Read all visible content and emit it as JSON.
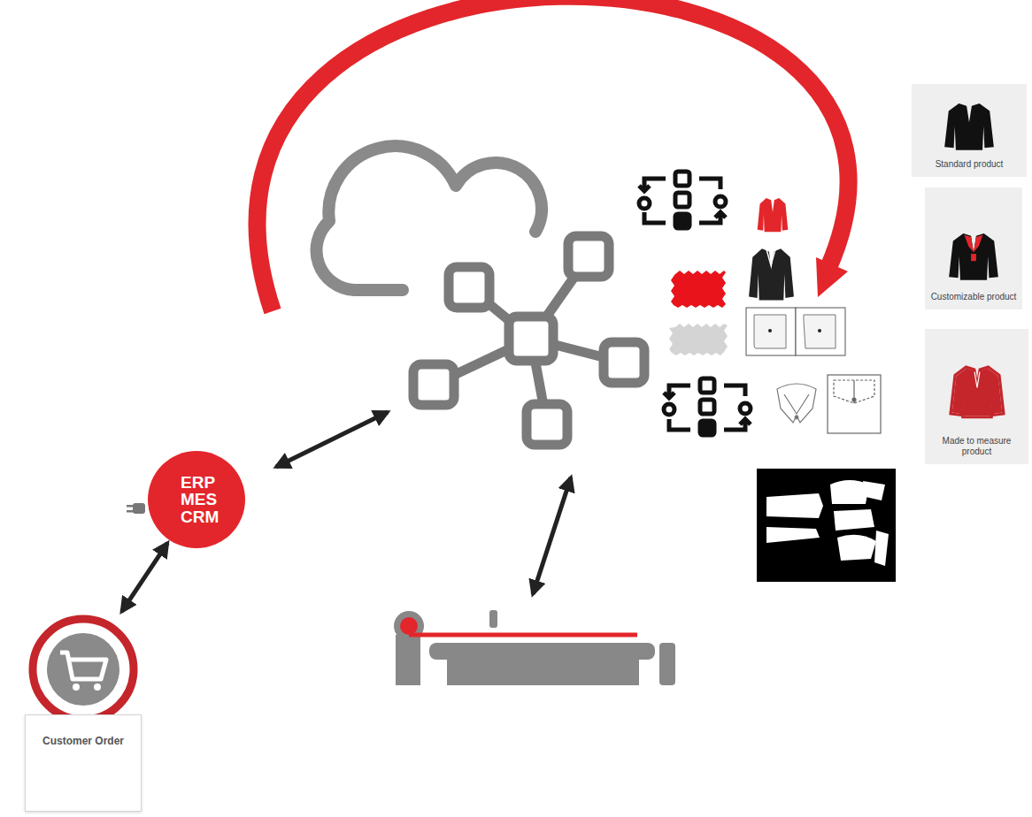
{
  "diagram": {
    "nodes": [
      {
        "text": [
          "ERP MES CRM"
        ]
      },
      {
        "text": [
          "Customer Order"
        ]
      },
      {
        "text": [
          "Standard product"
        ]
      },
      {
        "text": [
          "Customizable product"
        ]
      },
      {
        "text": [
          "Made to measure product"
        ]
      }
    ],
    "edges": [
      {
        "from": 0,
        "to": 1,
        "arrow": "both"
      }
    ]
  }
}
